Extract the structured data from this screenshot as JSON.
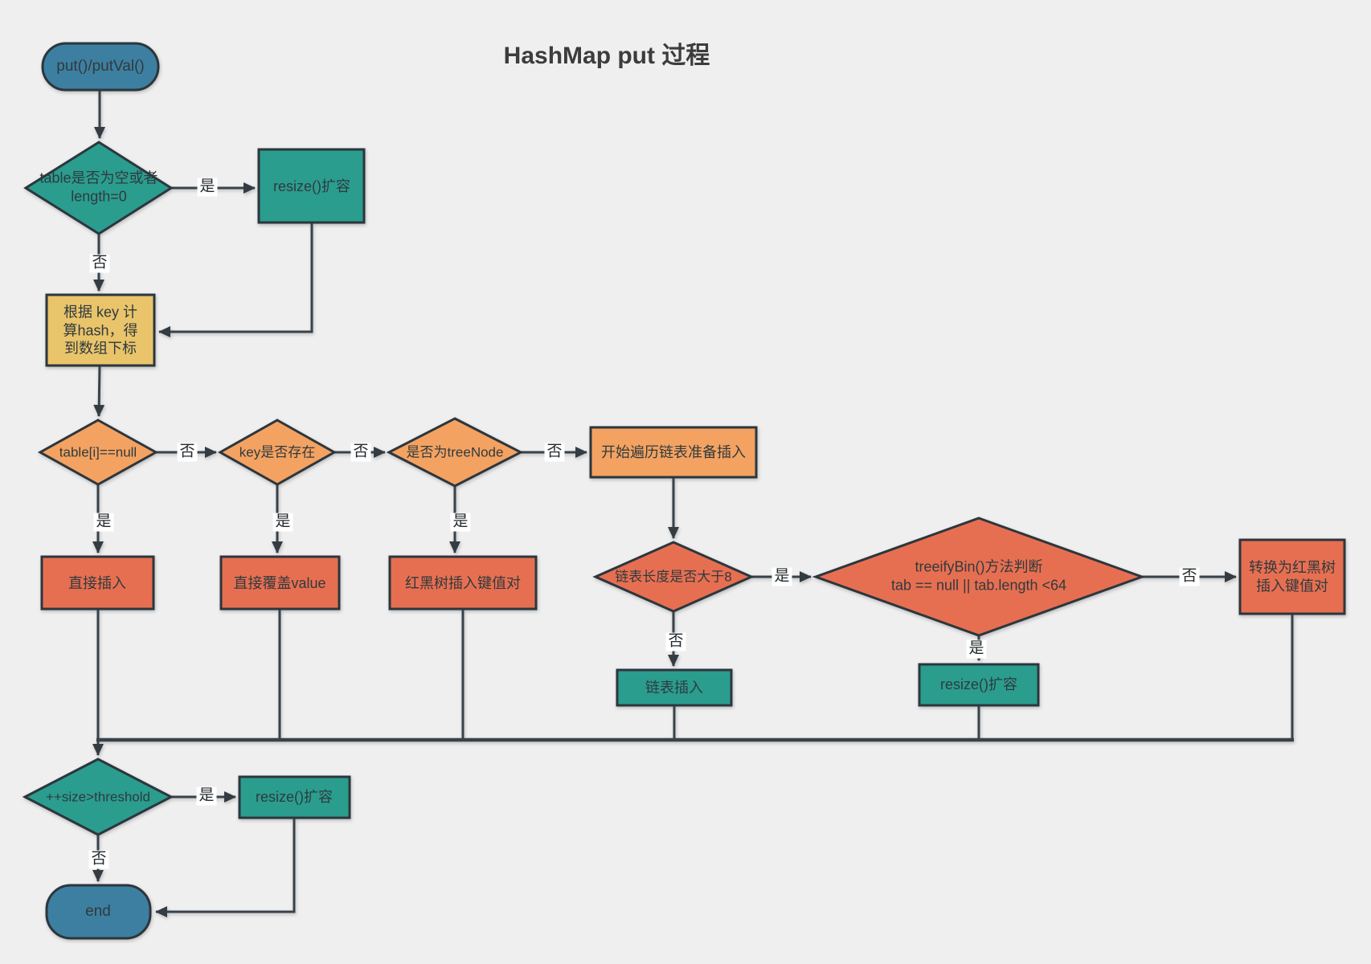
{
  "title": "HashMap put 过程",
  "nodes": {
    "start": {
      "label": "put()/putVal()"
    },
    "check_table_empty": {
      "label": "table是否为空或者\nlength=0"
    },
    "resize_top": {
      "label": "resize()扩容"
    },
    "compute_hash": {
      "label": "根据 key 计\n算hash，得\n到数组下标"
    },
    "check_table_i": {
      "label": "table[i]==null"
    },
    "check_key_exists": {
      "label": "key是否存在"
    },
    "check_treenode": {
      "label": "是否为treeNode"
    },
    "traverse_list": {
      "label": "开始遍历链表准备插入"
    },
    "direct_insert": {
      "label": "直接插入"
    },
    "overwrite_value": {
      "label": "直接覆盖value"
    },
    "rbtree_insert": {
      "label": "红黑树插入键值对"
    },
    "check_list_len": {
      "label": "链表长度是否大于8"
    },
    "treeify_bin": {
      "label": "treeifyBin()方法判断\ntab == null || tab.length <64"
    },
    "convert_rbtree": {
      "label": "转换为红黑树\n插入键值对"
    },
    "list_insert": {
      "label": "链表插入"
    },
    "resize_mid": {
      "label": "resize()扩容"
    },
    "check_threshold": {
      "label": "++size>threshold"
    },
    "resize_bottom": {
      "label": "resize()扩容"
    },
    "end": {
      "label": "end"
    }
  },
  "edge_labels": {
    "yes1": "是",
    "no1": "否",
    "no2": "否",
    "no3": "否",
    "no4": "否",
    "yes2": "是",
    "yes3": "是",
    "yes4": "是",
    "yes5": "是",
    "no5": "否",
    "no6": "否",
    "yes6": "是",
    "yes7": "是",
    "no7": "否"
  },
  "colors": {
    "background": "#efefef",
    "line": "#38424a",
    "teal": "#2a9d8f",
    "orange": "#f4a261",
    "coral": "#e76f51",
    "yellow": "#e9c46a",
    "blue": "#3d7fa0",
    "title_text": "#3c3c3d"
  }
}
